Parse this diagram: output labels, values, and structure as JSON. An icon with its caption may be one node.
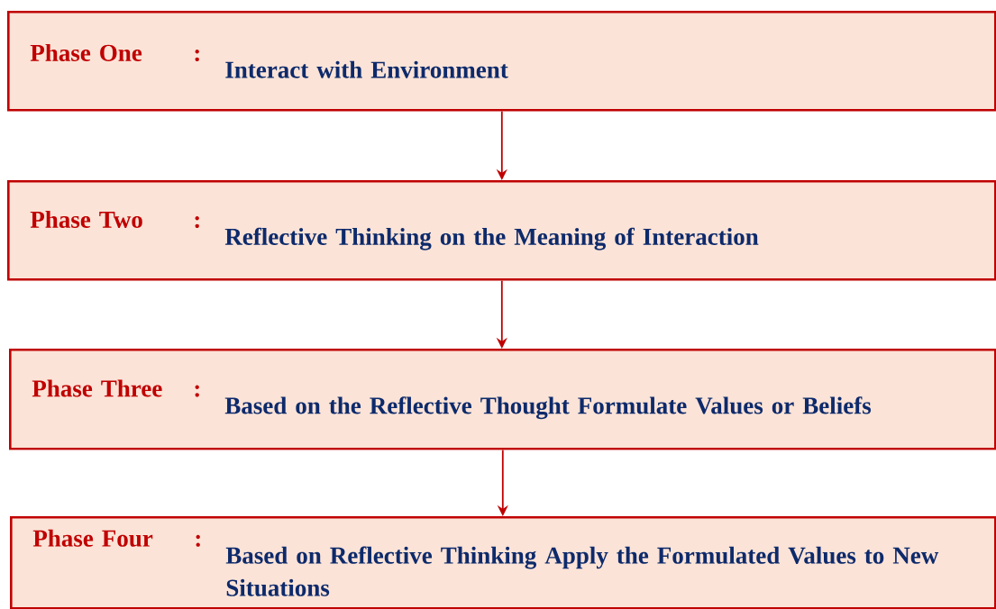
{
  "diagram": {
    "nodes": [
      {
        "text": [
          "Phase One",
          ":",
          "Interact with Environment"
        ]
      },
      {
        "text": [
          "Phase Two",
          ":",
          "Reflective Thinking on the Meaning of Interaction"
        ]
      },
      {
        "text": [
          "Phase Three",
          ":",
          "Based on the Reflective Thought Formulate Values or Beliefs"
        ]
      },
      {
        "text": [
          "Phase Four",
          ":",
          "Based on Reflective Thinking Apply the Formulated Values to New Situations"
        ]
      }
    ],
    "edges": [
      {
        "from": 0,
        "to": 1,
        "arrow": "to"
      },
      {
        "from": 1,
        "to": 2,
        "arrow": "to"
      },
      {
        "from": 2,
        "to": 3,
        "arrow": "to"
      }
    ]
  }
}
